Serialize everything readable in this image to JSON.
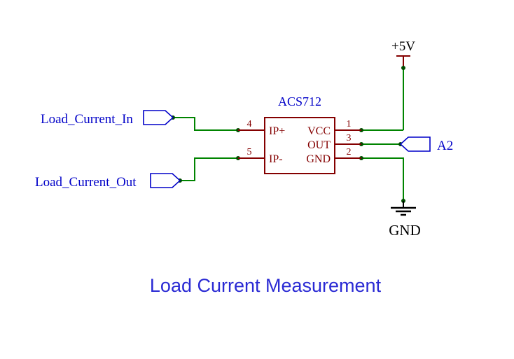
{
  "schematic": {
    "title": "Load Current Measurement",
    "component": {
      "name": "ACS712",
      "pins": [
        {
          "number": "4",
          "name": "IP+",
          "side": "left"
        },
        {
          "number": "5",
          "name": "IP-",
          "side": "left"
        },
        {
          "number": "1",
          "name": "VCC",
          "side": "right"
        },
        {
          "number": "3",
          "name": "OUT",
          "side": "right"
        },
        {
          "number": "2",
          "name": "GND",
          "side": "right"
        }
      ]
    },
    "labels": {
      "load_current_in": "Load_Current_In",
      "load_current_out": "Load_Current_Out",
      "a2": "A2"
    },
    "power": {
      "vcc": "+5V",
      "gnd": "GND"
    },
    "colors": {
      "wire_green": "#008400",
      "component_maroon": "#840000",
      "label_blue": "#0000c8",
      "title_blue": "#2a2ad4",
      "text_black": "#000000",
      "junction_dark": "#004d00"
    }
  }
}
